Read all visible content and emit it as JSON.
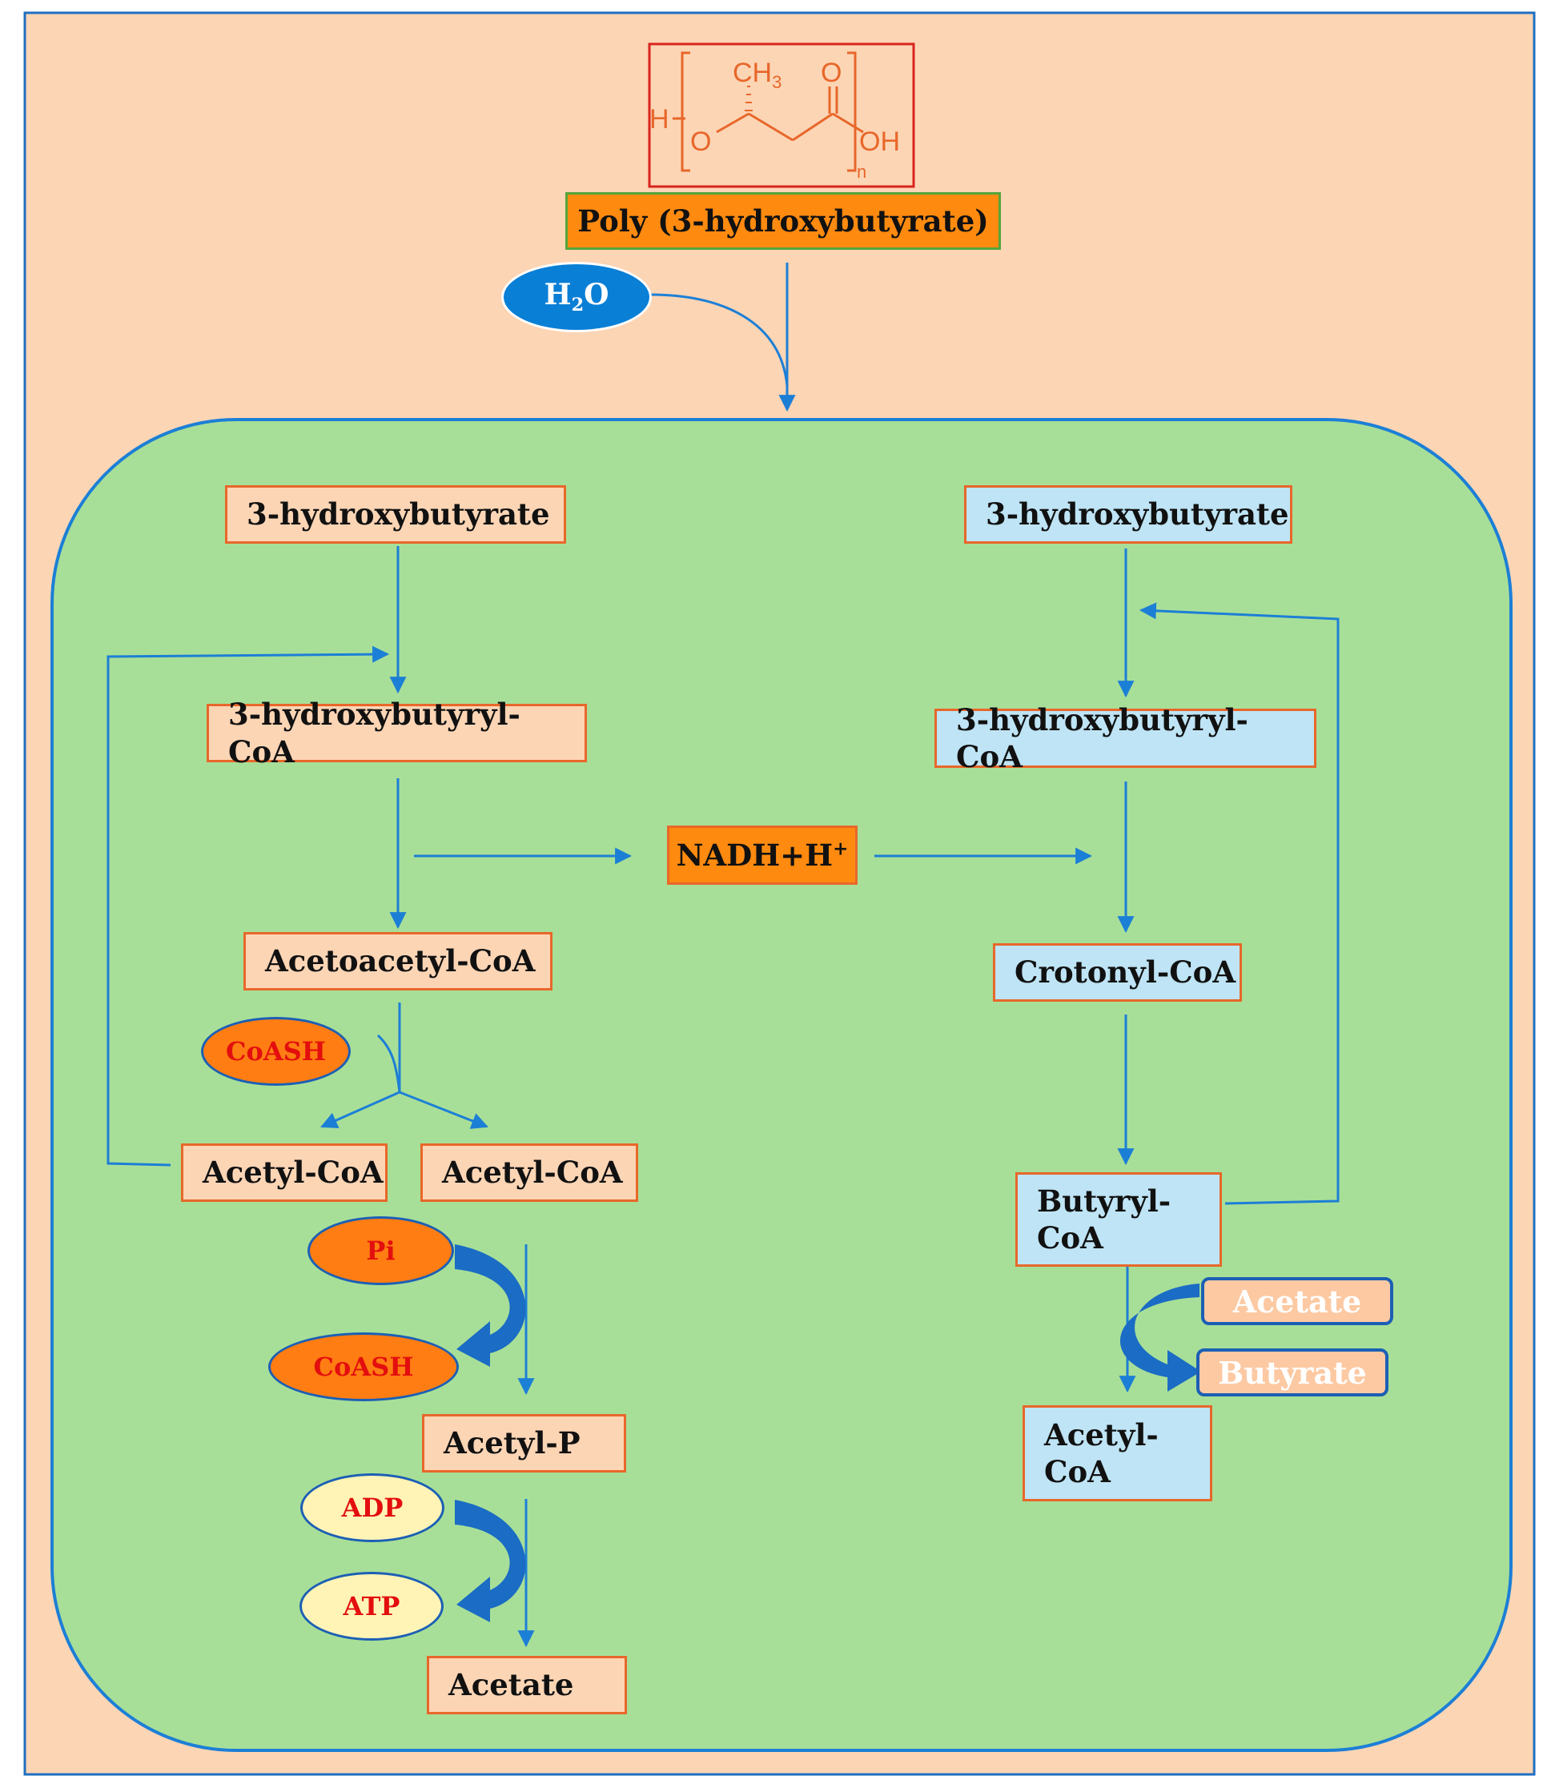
{
  "colors": {
    "background": "#fcd5b5",
    "cell": "#a8df98",
    "arrow": "#1c7fd6",
    "box_border": "#e8672a",
    "blue_box": "#bee4f5",
    "orange_box": "#ff8a10",
    "cofactor_text": "#e30e0e"
  },
  "structure": {
    "h_label": "H",
    "o_label": "O",
    "ch3_label": "CH",
    "ch3_sub": "3",
    "carbonyl_o": "O",
    "oh_label": "OH",
    "n_label": "n"
  },
  "polymer": {
    "label": "Poly (3-hydroxybutyrate)"
  },
  "water": {
    "label": "H",
    "sub": "2",
    "label_after": "O"
  },
  "left_path": {
    "hb": "3-hydroxybutyrate",
    "hb_coa": "3-hydroxybutyryl-CoA",
    "acetoacetyl": "Acetoacetyl-CoA",
    "coash1": "CoASH",
    "acetyl_coa_a": "Acetyl-CoA",
    "acetyl_coa_b": "Acetyl-CoA",
    "pi": "Pi",
    "coash2": "CoASH",
    "acetyl_p": "Acetyl-P",
    "adp": "ADP",
    "atp": "ATP",
    "acetate": "Acetate"
  },
  "nadh": {
    "label": "NADH+H",
    "sup": "+"
  },
  "right_path": {
    "hb": "3-hydroxybutyrate",
    "hb_coa": "3-hydroxybutyryl-CoA",
    "crotonyl": "Crotonyl-CoA",
    "butyryl_line1": "Butyryl-",
    "butyryl_line2": "CoA",
    "acetate": "Acetate",
    "butyrate": "Butyrate",
    "acetyl_line1": "Acetyl-",
    "acetyl_line2": "CoA"
  }
}
